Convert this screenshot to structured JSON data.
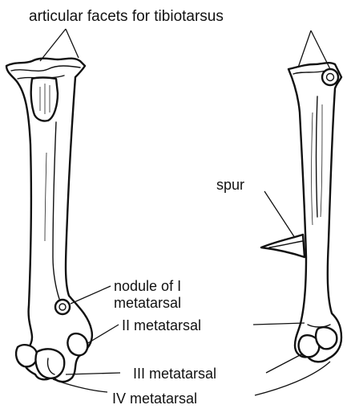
{
  "labels": {
    "articular_facets": "articular facets for tibiotarsus",
    "spur": "spur",
    "nodule_line1": "nodule of I",
    "nodule_line2": "metatarsal",
    "ii_metatarsal": "II metatarsal",
    "iii_metatarsal": "III metatarsal",
    "iv_metatarsal": "IV metatarsal"
  }
}
